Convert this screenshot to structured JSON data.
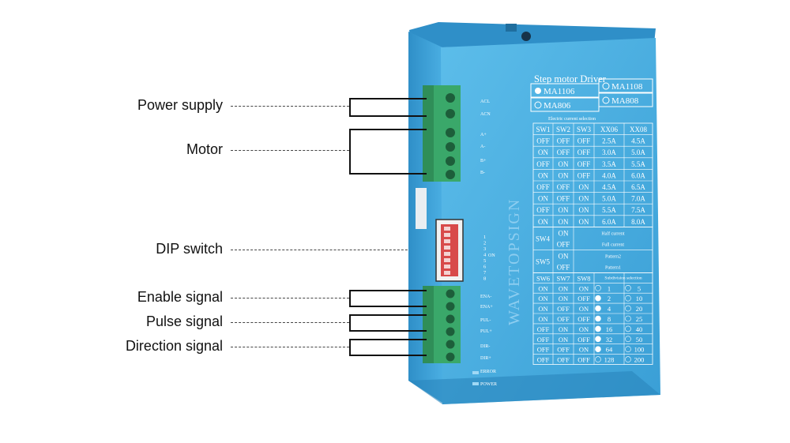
{
  "callouts": [
    {
      "id": "power",
      "label": "Power supply"
    },
    {
      "id": "motor",
      "label": "Motor"
    },
    {
      "id": "dip",
      "label": "DIP switch"
    },
    {
      "id": "enable",
      "label": "Enable signal"
    },
    {
      "id": "pulse",
      "label": "Pulse signal"
    },
    {
      "id": "direction",
      "label": "Direction signal"
    }
  ],
  "device": {
    "title": "Step motor Driver",
    "models": [
      "MA1106",
      "MA1108",
      "MA806",
      "MA808"
    ],
    "brand": "WAVETOPSIGN",
    "left_pins": [
      "ACL",
      "ACN",
      "A+",
      "A-",
      "B+",
      "B-",
      "ENA-",
      "ENA+",
      "PUL-",
      "PUL+",
      "DIR-",
      "DIR+",
      "ERROR",
      "POWER"
    ],
    "current_heading": "Electric current selection",
    "current_headers": [
      "SW1",
      "SW2",
      "SW3",
      "XX06",
      "XX08"
    ],
    "current_rows": [
      [
        "OFF",
        "OFF",
        "OFF",
        "2.5A",
        "4.5A"
      ],
      [
        "ON",
        "OFF",
        "OFF",
        "3.0A",
        "5.0A"
      ],
      [
        "OFF",
        "ON",
        "OFF",
        "3.5A",
        "5.5A"
      ],
      [
        "ON",
        "ON",
        "OFF",
        "4.0A",
        "6.0A"
      ],
      [
        "OFF",
        "OFF",
        "ON",
        "4.5A",
        "6.5A"
      ],
      [
        "ON",
        "OFF",
        "ON",
        "5.0A",
        "7.0A"
      ],
      [
        "OFF",
        "ON",
        "ON",
        "5.5A",
        "7.5A"
      ],
      [
        "ON",
        "ON",
        "ON",
        "6.0A",
        "8.0A"
      ]
    ],
    "sw4": {
      "name": "SW4",
      "on": "ON",
      "off": "OFF",
      "on_text": "Half current",
      "off_text": "Full current"
    },
    "sw5": {
      "name": "SW5",
      "on": "ON",
      "off": "OFF",
      "on_text": "Pattern2",
      "off_text": "Pattern1"
    },
    "subdiv_heading": "Subdivision selection",
    "subdiv_headers": [
      "SW6",
      "SW7",
      "SW8"
    ],
    "subdiv_rows": [
      [
        "ON",
        "ON",
        "ON",
        "1",
        "5"
      ],
      [
        "ON",
        "ON",
        "OFF",
        "2",
        "10"
      ],
      [
        "ON",
        "OFF",
        "ON",
        "4",
        "20"
      ],
      [
        "ON",
        "OFF",
        "OFF",
        "8",
        "25"
      ],
      [
        "OFF",
        "ON",
        "ON",
        "16",
        "40"
      ],
      [
        "OFF",
        "ON",
        "OFF",
        "32",
        "50"
      ],
      [
        "OFF",
        "OFF",
        "ON",
        "64",
        "100"
      ],
      [
        "OFF",
        "OFF",
        "OFF",
        "128",
        "200"
      ]
    ],
    "dip_numbers": [
      "1",
      "2",
      "3",
      "4",
      "5",
      "6",
      "7",
      "8"
    ],
    "dip_on": "ON"
  },
  "colors": {
    "body": "#3aa3dd",
    "body_dark": "#2a86bd",
    "face": "#52b3e6",
    "connector": "#3aa86a",
    "dip": "#d84a4a",
    "print": "#ffffff"
  }
}
